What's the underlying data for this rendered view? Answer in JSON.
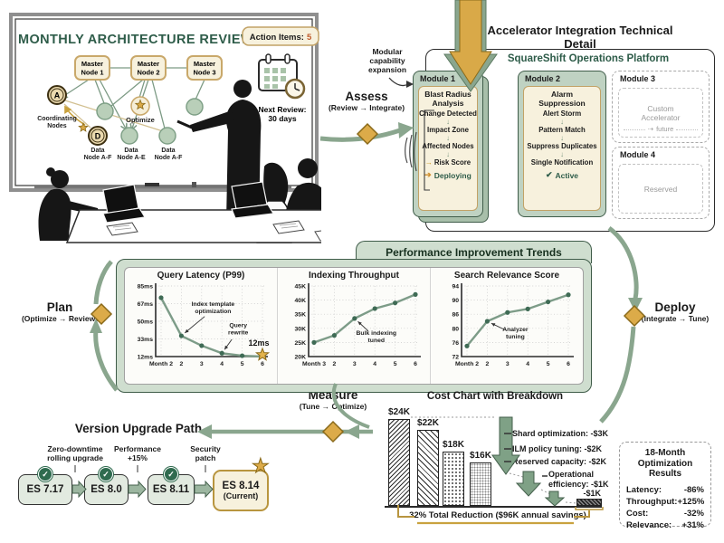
{
  "illustration": {
    "board_title": "MONTHLY ARCHITECTURE REVIEW",
    "action_items_label": "Action Items:",
    "action_items_count": "5",
    "master_nodes": [
      [
        "Master",
        "Node 1"
      ],
      [
        "Master",
        "Node 2"
      ],
      [
        "Master",
        "Node 3"
      ]
    ],
    "node_a": "A",
    "node_d": "D",
    "coordinating_label": [
      "Coordinating",
      "Nodes"
    ],
    "optimize_label": "Optimize",
    "data_node_labels": [
      [
        "Data",
        "Node A-F"
      ],
      [
        "Data",
        "Node A-E"
      ],
      [
        "Data",
        "Node A-F"
      ]
    ],
    "next_review": [
      "Next Review:",
      "30 days"
    ]
  },
  "accelerator": {
    "title": "Accelerator Integration Technical Detail",
    "expansion_note": [
      "Modular",
      "capability",
      "expansion"
    ],
    "platform_title": "SquareShift Operations Platform",
    "modules": [
      {
        "label": "Module 1",
        "title": [
          "Blast Radius",
          "Analysis"
        ],
        "steps": [
          "Change Detected",
          "Impact Zone",
          "Affected Nodes",
          "Risk Score"
        ],
        "status": "Deploying"
      },
      {
        "label": "Module 2",
        "title": [
          "Alarm",
          "Suppression"
        ],
        "steps": [
          "Alert Storm",
          "Pattern Match",
          "Suppress Duplicates",
          "Single Notification"
        ],
        "status": "Active"
      },
      {
        "label": "Module 3",
        "content": [
          "Custom",
          "Accelerator"
        ],
        "note": "future"
      },
      {
        "label": "Module 4",
        "content": [
          "Reserved"
        ]
      }
    ]
  },
  "phases": {
    "assess": {
      "name": "Assess",
      "transition": "(Review → Integrate)"
    },
    "deploy": {
      "name": "Deploy",
      "transition": "(Integrate → Tune)"
    },
    "measure": {
      "name": "Measure",
      "transition": "(Tune → Optimize)"
    },
    "plan": {
      "name": "Plan",
      "transition": "(Optimize → Review)"
    }
  },
  "trends_title": "Performance Improvement Trends",
  "upgrade": {
    "title": "Version Upgrade Path",
    "milestones": [
      [
        "Zero-downtime",
        "rolling upgrade"
      ],
      [
        "Performance",
        "+15%"
      ],
      [
        "Security",
        "patch"
      ]
    ],
    "versions": [
      {
        "name": "ES 7.17"
      },
      {
        "name": "ES 8.0"
      },
      {
        "name": "ES 8.11"
      },
      {
        "name": "ES 8.14",
        "sub": "(Current)"
      }
    ]
  },
  "results": {
    "title": [
      "18-Month",
      "Optimization Results"
    ],
    "rows": [
      {
        "label": "Latency:",
        "value": "-86%"
      },
      {
        "label": "Throughput:",
        "value": "+125%"
      },
      {
        "label": "Cost:",
        "value": "-32%"
      },
      {
        "label": "Relevance:",
        "value": "+31%"
      }
    ]
  },
  "chart_data": [
    {
      "type": "line",
      "title": "Query Latency (P99)",
      "x_labels": [
        "Month 2",
        "2",
        "3",
        "4",
        "5",
        "6"
      ],
      "y_tick_labels": [
        "85ms",
        "67ms",
        "50ms",
        "33ms",
        "12ms"
      ],
      "y_tick_values": [
        85,
        67,
        50,
        33,
        12
      ],
      "values": [
        73,
        36,
        25,
        16,
        13,
        12
      ],
      "end_label": "12ms",
      "end_marker": "star",
      "annotations": [
        {
          "lines": [
            "Index template",
            "optimization"
          ],
          "point": 1
        },
        {
          "lines": [
            "Query",
            "rewrite"
          ],
          "point": 3
        }
      ]
    },
    {
      "type": "line",
      "title": "Indexing Throughput",
      "x_labels": [
        "Month 3",
        "2",
        "3",
        "4",
        "5",
        "6"
      ],
      "y_tick_labels": [
        "45K",
        "40K",
        "35K",
        "30K",
        "25K",
        "20K"
      ],
      "y_tick_values": [
        45,
        40,
        35,
        30,
        25,
        20
      ],
      "values": [
        25,
        27.5,
        33.5,
        37,
        39,
        42
      ],
      "annotations": [
        {
          "lines": [
            "Bulk indexing",
            "tuned"
          ],
          "point": 2
        }
      ]
    },
    {
      "type": "line",
      "title": "Search Relevance Score",
      "x_labels": [
        "Month 2",
        "2",
        "3",
        "4",
        "5",
        "6"
      ],
      "y_tick_labels": [
        "94",
        "90",
        "86",
        "80",
        "76",
        "72"
      ],
      "y_tick_values": [
        94,
        90,
        86,
        80,
        76,
        72
      ],
      "values": [
        75,
        83,
        86.5,
        87.5,
        89.5,
        91.5
      ],
      "annotations": [
        {
          "lines": [
            "Analyzer",
            "tuning"
          ],
          "point": 1
        }
      ]
    },
    {
      "type": "bar",
      "title": "Cost Chart with Breakdown",
      "bars": [
        {
          "label": "$24K",
          "value": 24
        },
        {
          "label": "$22K",
          "value": 22
        },
        {
          "label": "$18K",
          "value": 18
        },
        {
          "label": "$16K",
          "value": 16
        }
      ],
      "final_bar_label": "-$1K",
      "breakdown": [
        "Shard optimization: -$3K",
        "ILM policy tuning: -$2K",
        "Reserved capacity: -$2K"
      ],
      "breakdown_wrap": [
        "Operational",
        "efficiency: -$1K"
      ],
      "total_note": "32% Total Reduction ($96K annual savings)"
    }
  ],
  "colors": {
    "accent_green": "#2e5c49",
    "sage": "#8aa68e",
    "gold": "#d9a948",
    "cream": "#f7f1dd",
    "tan": "#c2a266"
  }
}
